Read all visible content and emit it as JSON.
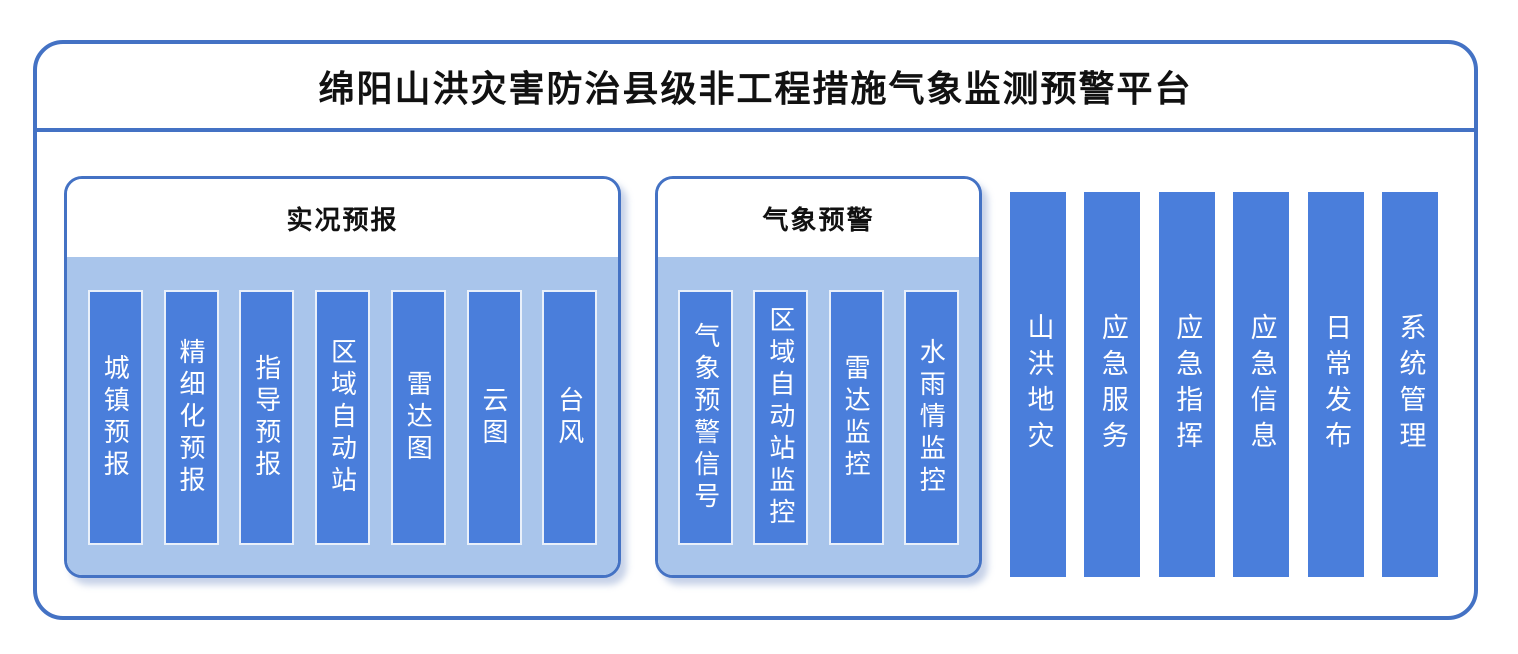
{
  "header": {
    "title": "绵阳山洪灾害防治县级非工程措施气象监测预警平台"
  },
  "groups": [
    {
      "title": "实况预报",
      "items": [
        "城镇预报",
        "精细化预报",
        "指导预报",
        "区域自动站",
        "雷达图",
        "云图",
        "台风"
      ]
    },
    {
      "title": "气象预警",
      "items": [
        "气象预警信号",
        "区域自动站监控",
        "雷达监控",
        "水雨情监控"
      ]
    }
  ],
  "pillars": [
    "山洪地灾",
    "应急服务",
    "应急指挥",
    "应急信息",
    "日常发布",
    "系统管理"
  ],
  "colors": {
    "frame_border": "#4472C4",
    "panel_fill": "#A9C5EB",
    "button_fill": "#4A7EDB",
    "button_border": "#E9F0FA",
    "text_on_blue": "#FFFFFF",
    "title_text": "#111111"
  }
}
